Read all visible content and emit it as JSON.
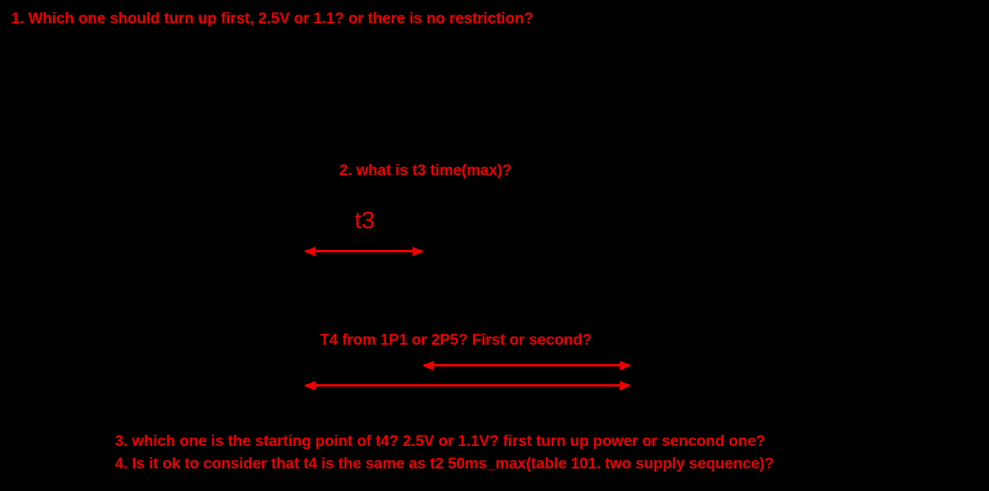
{
  "colors": {
    "background": "#000000",
    "annotation_red": "#ee0000"
  },
  "annotations": {
    "question_1": "1. Which one should turn up first, 2.5V or 1.1? or there is no restriction?",
    "question_2": "2. what is t3 time(max)?",
    "t3_label": "t3",
    "t4_question": "T4 from 1P1 or 2P5? First or second?",
    "question_3": "3. which one is the starting point of t4? 2.5V or 1.1V? first turn up power or sencond one?",
    "question_4": "4. Is it ok to consider that t4 is the same as t2 50ms_max(table 101. two supply sequence)?"
  }
}
